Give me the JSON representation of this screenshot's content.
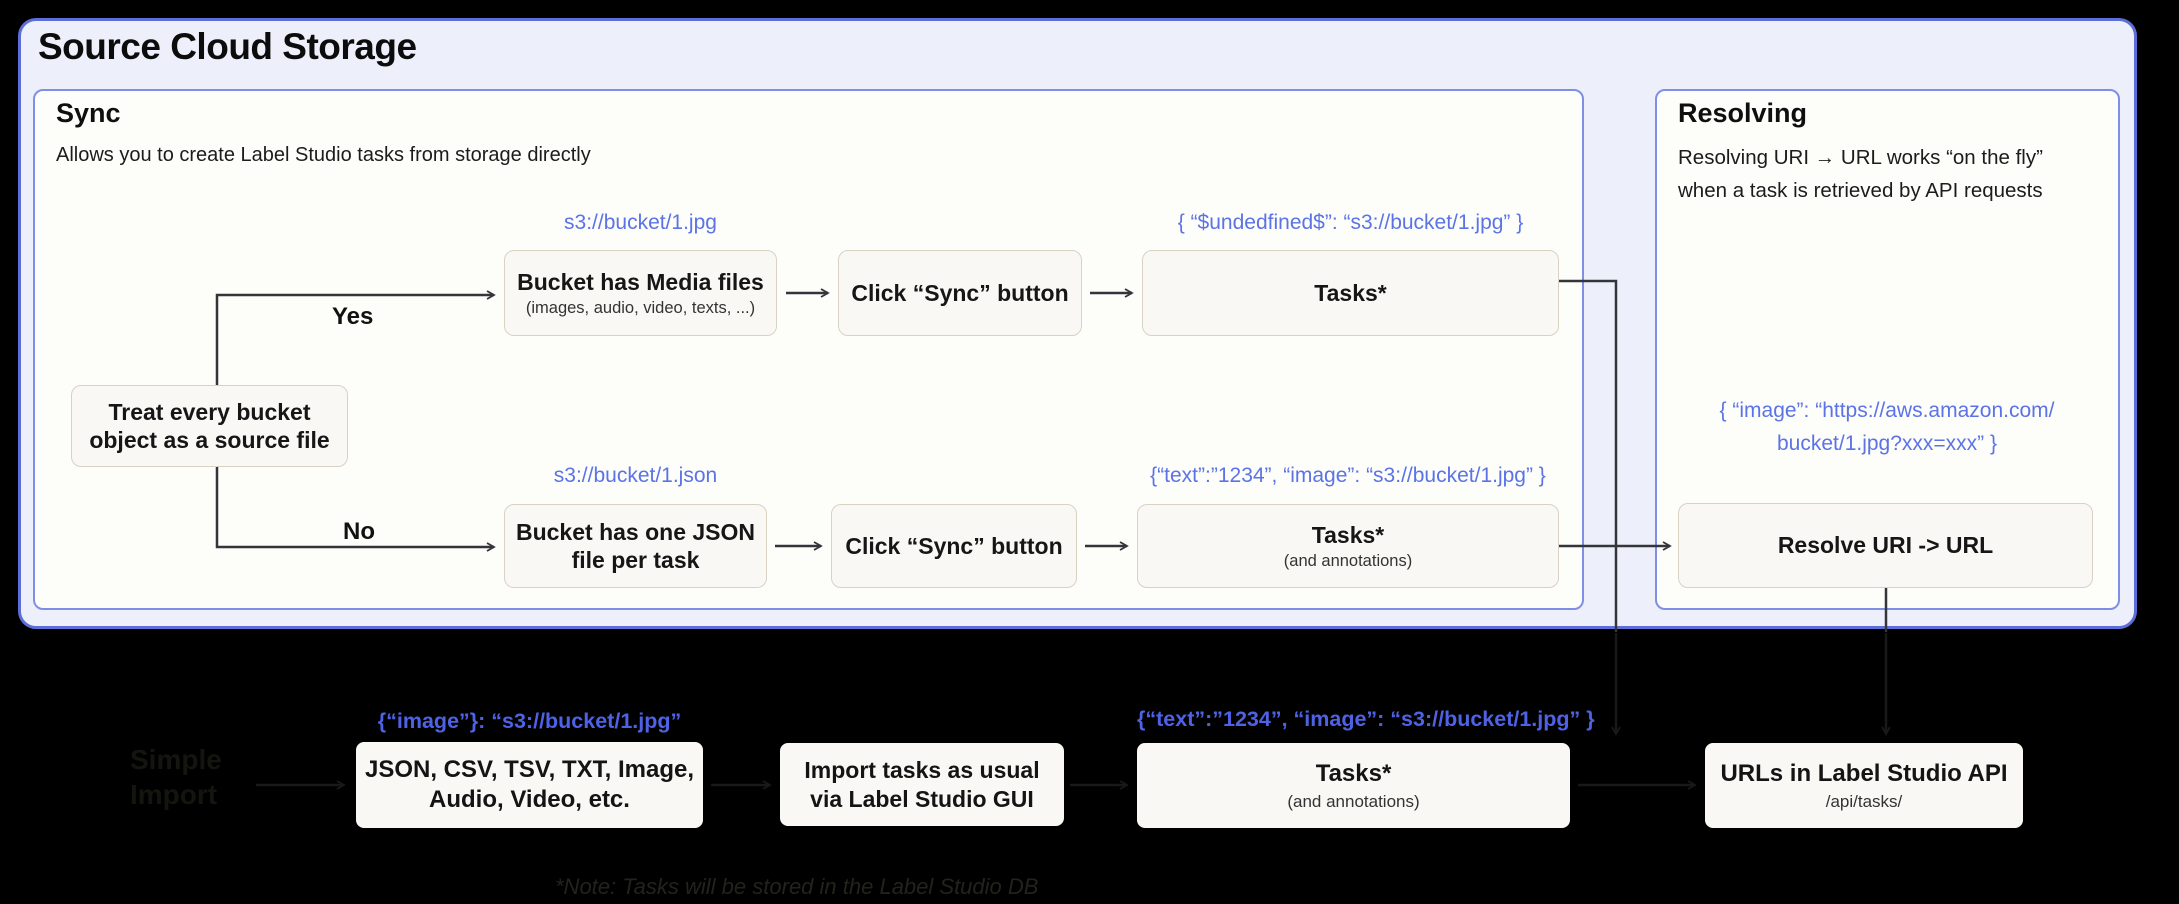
{
  "page": {
    "title": "Source Cloud Storage"
  },
  "sync": {
    "title": "Sync",
    "subtitle": "Allows you to create Label Studio tasks from storage directly",
    "decision": {
      "line1": "Treat every bucket",
      "line2": "object as a source file"
    },
    "yes_label": "Yes",
    "no_label": "No",
    "top": {
      "uri_label": "s3://bucket/1.jpg",
      "media_node_title": "Bucket has Media files",
      "media_node_sub": "(images, audio, video, texts, ...)",
      "sync_button_node": "Click “Sync” button",
      "tasks_json_label": "{ “$undedfined$”: “s3://bucket/1.jpg” }",
      "tasks_node_title": "Tasks*"
    },
    "bottom": {
      "uri_label": "s3://bucket/1.json",
      "json_node_line1": "Bucket has one JSON",
      "json_node_line2": "file per task",
      "sync_button_node": "Click “Sync” button",
      "tasks_json_label": "{“text”:”1234”, “image”: “s3://bucket/1.jpg” }",
      "tasks_node_title": "Tasks*",
      "tasks_node_sub": "(and annotations)"
    }
  },
  "resolving": {
    "title": "Resolving",
    "body_line1": "Resolving URI → URL works “on the fly”",
    "body_line2": "when a task is retrieved by API requests",
    "json_line1": "{ “image”: “https://aws.amazon.com/",
    "json_line2": "bucket/1.jpg?xxx=xxx” }",
    "resolve_node": "Resolve URI -> URL"
  },
  "import_row": {
    "ghost_line1": "Simple",
    "ghost_line2": "Import",
    "formats_json_label": "{“image”}: “s3://bucket/1.jpg”",
    "formats_card_line1": "JSON, CSV, TSV, TXT, Image,",
    "formats_card_line2": "Audio, Video, etc.",
    "gui_card_line1": "Import tasks as usual",
    "gui_card_line2": "via Label Studio GUI",
    "tasks_json_label": "{“text”:”1234”, “image”: “s3://bucket/1.jpg” }",
    "tasks_card_title": "Tasks*",
    "tasks_card_sub": "(and annotations)",
    "api_card_title": "URLs in Label Studio API",
    "api_card_sub": "/api/tasks/",
    "note": "*Note: Tasks will be stored in the Label Studio DB"
  },
  "colors": {
    "accent_border": "#5e6ed8",
    "panel_fill": "#edf0fb",
    "blue_label": "#5b73e6",
    "blue_label_bright": "#4e62e6",
    "wire": "#34353a"
  }
}
